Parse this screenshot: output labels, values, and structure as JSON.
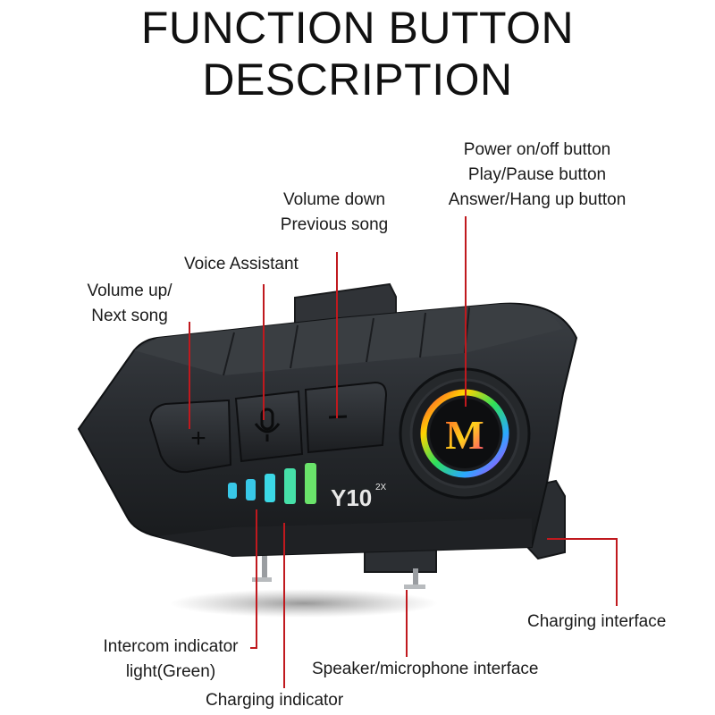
{
  "title": {
    "line1": "FUNCTION BUTTON",
    "line2": "DESCRIPTION"
  },
  "labels": {
    "power": [
      "Power on/off button",
      "Play/Pause button",
      "Answer/Hang up button"
    ],
    "volume_down": [
      "Volume down",
      "Previous song"
    ],
    "voice_assistant": "Voice Assistant",
    "volume_up": [
      "Volume up/",
      "Next song"
    ],
    "charging_interface": "Charging interface",
    "intercom_indicator": [
      "Intercom indicator",
      "light(Green)"
    ],
    "speaker_mic_interface": "Speaker/microphone interface",
    "charging_indicator": "Charging indicator"
  },
  "device": {
    "model_text": "Y10",
    "model_sup": "2X",
    "logo_letter": "M",
    "plus_symbol": "+",
    "minus_symbol": "−"
  },
  "colors": {
    "leader_line": "#c0191e",
    "device_body": "#2a2d31",
    "indicator": "#38c8e8"
  }
}
